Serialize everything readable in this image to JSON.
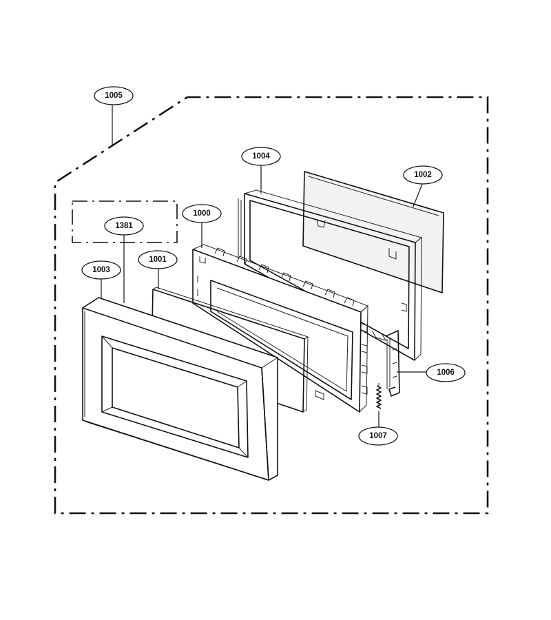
{
  "callouts": [
    {
      "id": "door-assembly",
      "label": "1005"
    },
    {
      "id": "choke-cover",
      "label": "1004"
    },
    {
      "id": "door-glass",
      "label": "1002"
    },
    {
      "id": "door-frame",
      "label": "1000"
    },
    {
      "id": "label-area",
      "label": "1381"
    },
    {
      "id": "door-screen",
      "label": "1001"
    },
    {
      "id": "door-front",
      "label": "1003"
    },
    {
      "id": "latch-hook",
      "label": "1006"
    },
    {
      "id": "latch-spring",
      "label": "1007"
    }
  ]
}
